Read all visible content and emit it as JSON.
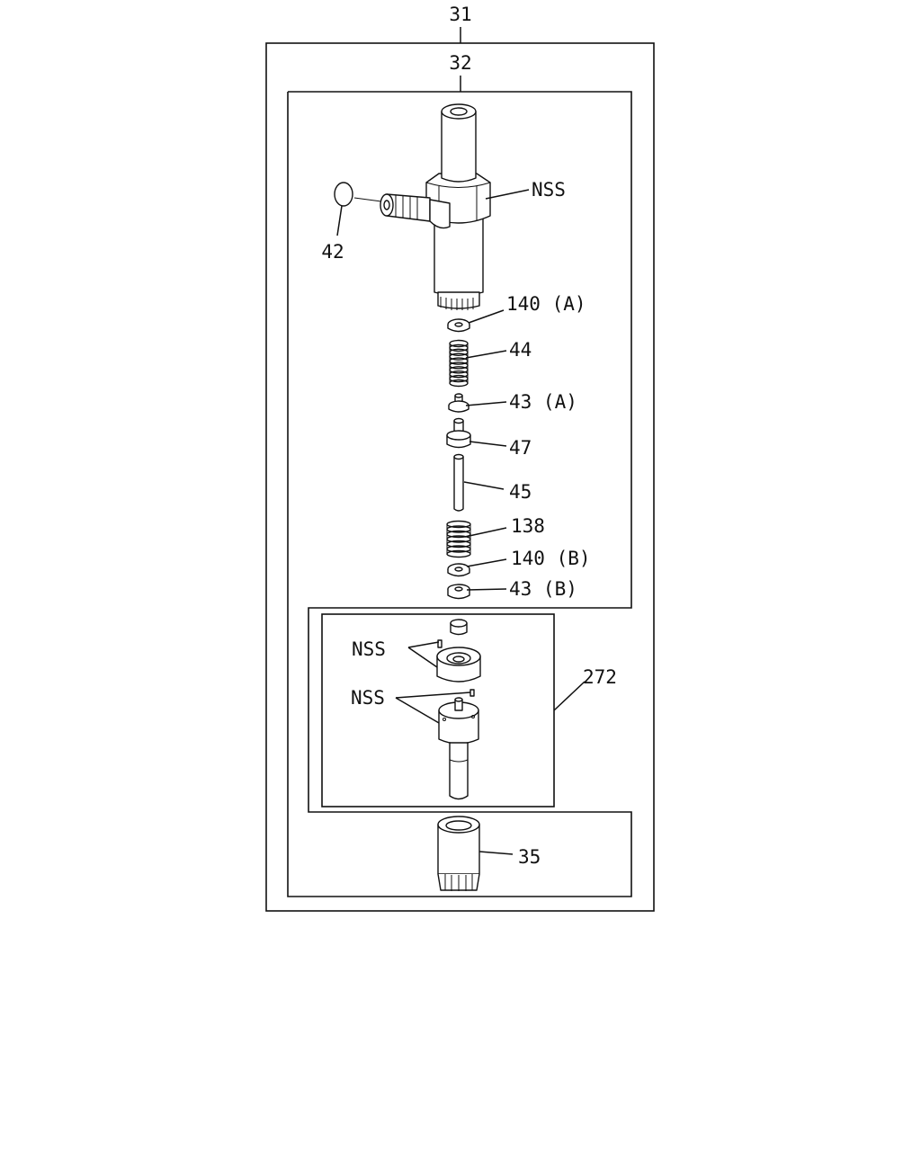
{
  "labels": {
    "assembly": "31",
    "sub_assembly": "32",
    "nss_body": "NSS",
    "o_ring": "42",
    "washer_a": "140 (A)",
    "spring_upper": "44",
    "seat_a": "43 (A)",
    "spindle": "47",
    "push_rod": "45",
    "spring_lower": "138",
    "washer_b": "140 (B)",
    "seat_b": "43 (B)",
    "nss_pins_upper": "NSS",
    "nss_pins_lower": "NSS",
    "nozzle_assembly": "272",
    "retaining_nut": "35"
  },
  "colors": {
    "line": "#111111",
    "background": "#ffffff"
  }
}
